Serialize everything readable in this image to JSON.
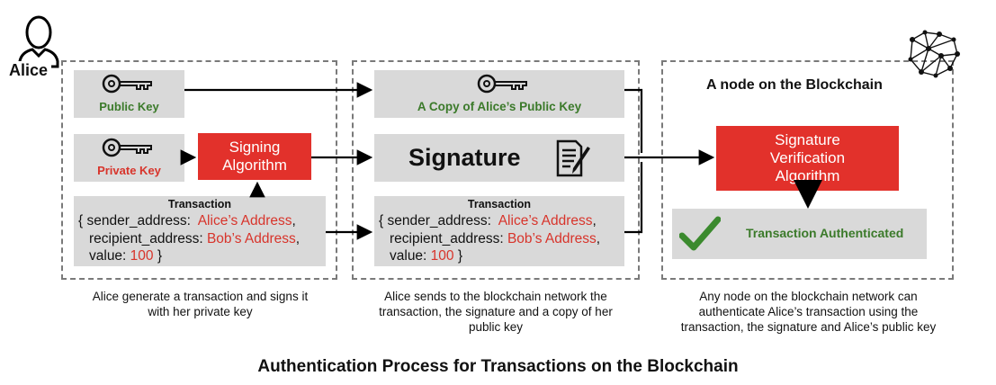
{
  "alice_label": "Alice",
  "panels": {
    "left": {
      "public_key": "Public Key",
      "private_key": "Private Key",
      "signing": [
        "Signing",
        "Algorithm"
      ],
      "transaction": {
        "title": "Transaction",
        "line1_prefix": "{ sender_address:  ",
        "line1_value": "Alice’s Address",
        "line1_suffix": ",",
        "line2_prefix": "recipient_address: ",
        "line2_value": "Bob’s Address",
        "line2_suffix": ",",
        "line3_prefix": "value: ",
        "line3_value": "100",
        "line3_suffix": " }"
      },
      "caption": [
        "Alice generate a transaction and signs it",
        "with her private key"
      ]
    },
    "middle": {
      "public_key_copy": "A Copy of Alice’s Public Key",
      "signature": "Signature",
      "transaction": {
        "title": "Transaction",
        "line1_prefix": "{ sender_address:  ",
        "line1_value": "Alice’s Address",
        "line1_suffix": ",",
        "line2_prefix": "recipient_address: ",
        "line2_value": "Bob’s Address",
        "line2_suffix": ",",
        "line3_prefix": "value: ",
        "line3_value": "100",
        "line3_suffix": " }"
      },
      "caption": [
        "Alice sends to the blockchain network the",
        "transaction, the signature and a copy of her",
        "public key"
      ]
    },
    "right": {
      "title": "A node on the Blockchain",
      "verification": [
        "Signature",
        "Verification",
        "Algorithm"
      ],
      "authenticated": "Transaction Authenticated",
      "caption": [
        "Any node on the blockchain network can",
        "authenticate Alice’s transaction using the",
        "transaction, the signature and Alice’s public key"
      ]
    }
  },
  "figure_title": "Authentication Process for Transactions on the Blockchain",
  "colors": {
    "red": "#e2312b",
    "green": "#3b7a2a",
    "gray": "#d9d9d9"
  },
  "icons": [
    "person-icon",
    "key-icon",
    "document-pen-icon",
    "checkmark-icon",
    "network-icon"
  ]
}
